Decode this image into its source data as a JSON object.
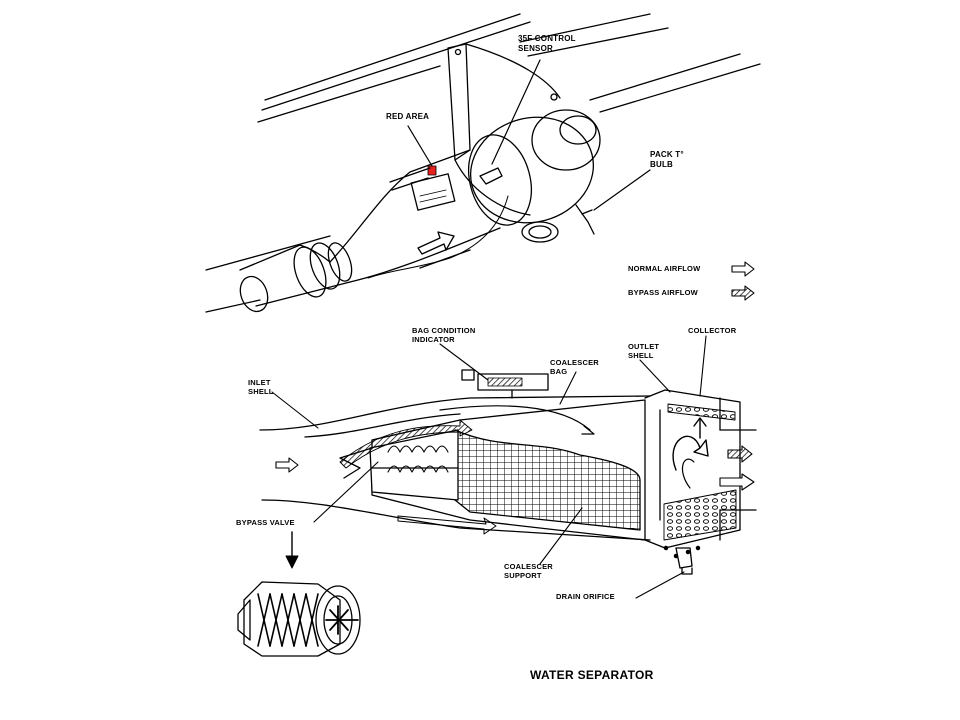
{
  "title": "WATER SEPARATOR",
  "colors": {
    "line": "#000000",
    "red_area": "#e8231f",
    "background": "#ffffff"
  },
  "upper_labels": {
    "control_sensor_line1": "35F CONTROL",
    "control_sensor_line2": "SENSOR",
    "red_area": "RED AREA",
    "pack_bulb_line1": "PACK T°",
    "pack_bulb_line2": "BULB"
  },
  "legend": {
    "normal": {
      "label": "NORMAL AIRFLOW",
      "icon": "hollow-arrow-icon"
    },
    "bypass": {
      "label": "BYPASS AIRFLOW",
      "icon": "hatched-arrow-icon"
    }
  },
  "lower_labels": {
    "bag_indicator_line1": "BAG CONDITION",
    "bag_indicator_line2": "INDICATOR",
    "coalescer_bag_line1": "COALESCER",
    "coalescer_bag_line2": "BAG",
    "outlet_shell_line1": "OUTLET",
    "outlet_shell_line2": "SHELL",
    "collector": "COLLECTOR",
    "inlet_shell_line1": "INLET",
    "inlet_shell_line2": "SHELL",
    "bypass_valve": "BYPASS VALVE",
    "coalescer_support_line1": "COALESCER",
    "coalescer_support_line2": "SUPPORT",
    "drain_orifice": "DRAIN ORIFICE"
  }
}
